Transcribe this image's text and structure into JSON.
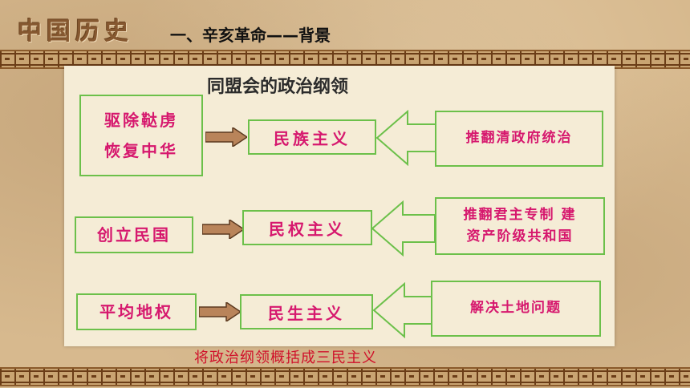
{
  "header": {
    "logo_text": "中国历史",
    "title": "一、辛亥革命——背景"
  },
  "panel": {
    "title": "同盟会的政治纲领",
    "rows": [
      {
        "left_lines": [
          "驱除鞑虏",
          "恢复中华"
        ],
        "middle": "民族主义",
        "right_lines": [
          "推翻清政府统治"
        ]
      },
      {
        "left_lines": [
          "创立民国"
        ],
        "middle": "民权主义",
        "right_lines": [
          "推翻君主专制 建",
          "资产阶级共和国"
        ]
      },
      {
        "left_lines": [
          "平均地权"
        ],
        "middle": "民生主义",
        "right_lines": [
          "解决土地问题"
        ]
      }
    ]
  },
  "footer_note": "将政治纲领概括成三民主义",
  "colors": {
    "box_border": "#6cc04a",
    "box_text": "#d6186e",
    "arrow_fill": "#b9845a",
    "footer_text": "#d0102a"
  }
}
